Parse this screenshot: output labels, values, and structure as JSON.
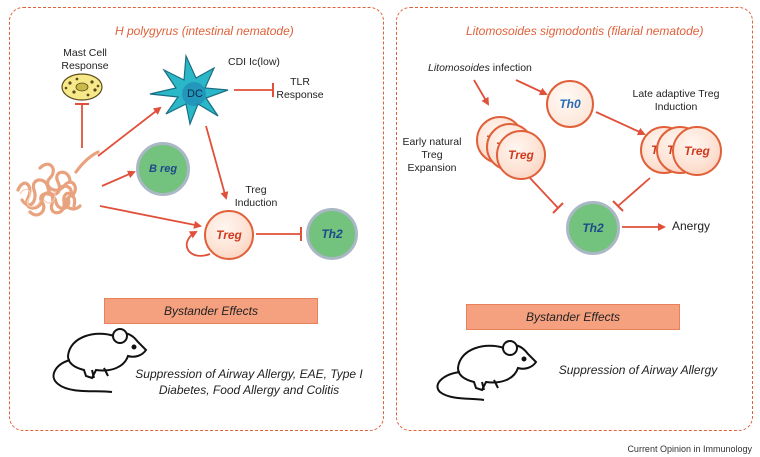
{
  "left_panel": {
    "title": "H polygyrus (intestinal nematode)",
    "mast_cell_label": "Mast Cell\nResponse",
    "dc_label": "DC",
    "dc_caption": "CDI Ic(low)",
    "tlr_label": "TLR\nResponse",
    "breg_label": "B reg",
    "treg_induction_label": "Treg\nInduction",
    "treg_label": "Treg",
    "th2_label": "Th2",
    "bystander_label": "Bystander Effects",
    "outcome": "Suppression of Airway Allergy, EAE, Type I\nDiabetes, Food Allergy and Colitis"
  },
  "right_panel": {
    "title": "Litomosoides sigmodontis (filarial nematode)",
    "infection_italic": "Litomosoides",
    "infection_rest": " infection",
    "th0_label": "Th0",
    "late_label": "Late adaptive Treg\nInduction",
    "early_label": "Early natural\nTreg\nExpansion",
    "treg_label": "Treg",
    "treg_partial": "T",
    "th2_label": "Th2",
    "anergy_label": "Anergy",
    "bystander_label": "Bystander Effects",
    "outcome": "Suppression of Airway Allergy"
  },
  "credit": "Current Opinion in Immunology",
  "colors": {
    "border": "#e0603a",
    "arrow": "#e0503a",
    "treg_fill": "#fde2d4",
    "th2_fill": "#73c27d",
    "th2_ring": "#a9b8c4",
    "dc_fill": "#2ab8c8",
    "bystander_fill": "#f5a17f"
  },
  "icons": [
    "mast-cell-icon",
    "dendritic-cell-icon",
    "nematode-worm-icon",
    "mouse-icon"
  ]
}
